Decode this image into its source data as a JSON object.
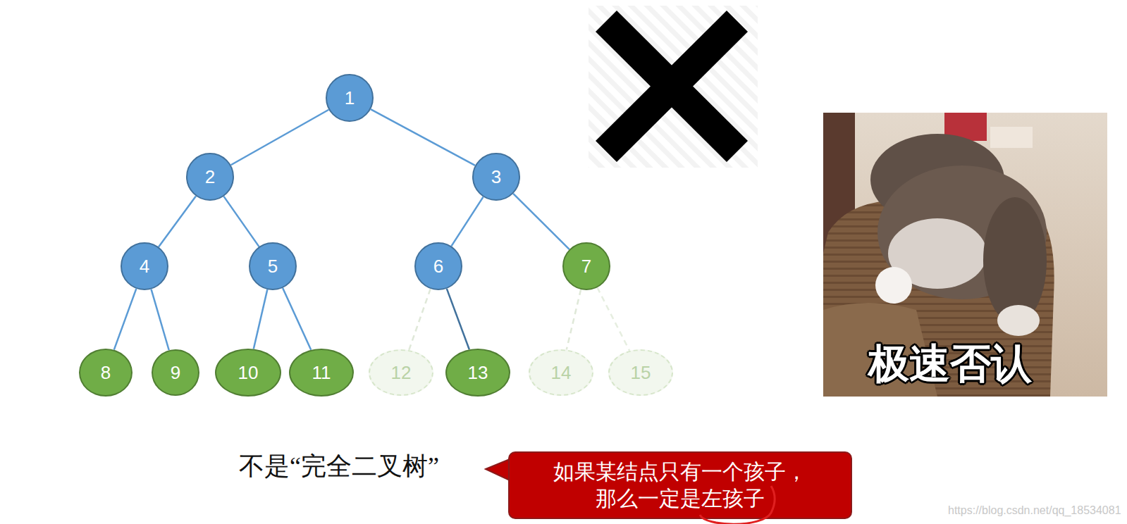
{
  "diagram": {
    "nodes": [
      {
        "text": [
          "1"
        ]
      },
      {
        "text": [
          "2"
        ]
      },
      {
        "text": [
          "3"
        ]
      },
      {
        "text": [
          "4"
        ]
      },
      {
        "text": [
          "5"
        ]
      },
      {
        "text": [
          "6"
        ]
      },
      {
        "text": [
          "7"
        ]
      },
      {
        "text": [
          "8"
        ]
      },
      {
        "text": [
          "9"
        ]
      },
      {
        "text": [
          "10"
        ]
      },
      {
        "text": [
          "11"
        ]
      },
      {
        "text": [
          "12"
        ]
      },
      {
        "text": [
          "13"
        ]
      },
      {
        "text": [
          "14"
        ]
      },
      {
        "text": [
          "15"
        ]
      },
      {
        "text": [
          "如果某结点只有一个孩子， 那么一定是左孩子"
        ]
      }
    ],
    "edges": [
      {
        "from": 0,
        "to": 1,
        "arrow": "none"
      },
      {
        "from": 0,
        "to": 2,
        "arrow": "none"
      },
      {
        "from": 1,
        "to": 3,
        "arrow": "none"
      },
      {
        "from": 1,
        "to": 4,
        "arrow": "none"
      },
      {
        "from": 2,
        "to": 5,
        "arrow": "none"
      },
      {
        "from": 2,
        "to": 6,
        "arrow": "none"
      },
      {
        "from": 3,
        "to": 7,
        "arrow": "none"
      },
      {
        "from": 3,
        "to": 8,
        "arrow": "none"
      },
      {
        "from": 4,
        "to": 9,
        "arrow": "none"
      },
      {
        "from": 4,
        "to": 10,
        "arrow": "none"
      },
      {
        "from": 5,
        "to": 11,
        "arrow": "none"
      },
      {
        "from": 5,
        "to": 12,
        "arrow": "none"
      },
      {
        "from": 6,
        "to": 13,
        "arrow": "none"
      },
      {
        "from": 6,
        "to": 14,
        "arrow": "none"
      }
    ],
    "labels": [
      "不是“完全二叉树”",
      "极速否认",
      "https://blog.csdn.net/qq_18534081"
    ]
  }
}
